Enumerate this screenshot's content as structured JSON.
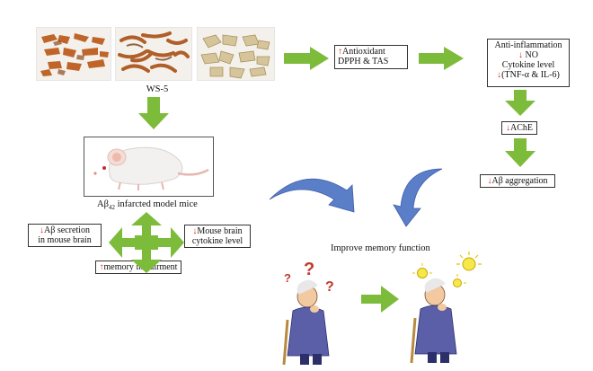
{
  "herb_label": "WS-5",
  "antioxidant": {
    "title": "Antioxidant",
    "detail": "DPPH & TAS",
    "arrow": "↑"
  },
  "anti_inflammation": {
    "title": "Anti-inflammation",
    "arrow1": "↓",
    "line1": "NO",
    "line2": "Cytokine level",
    "arrow2": "↓",
    "line3": "(TNF-α & IL-6)"
  },
  "ache": {
    "arrow": "↓",
    "text": "AChE"
  },
  "abeta_aggregation": {
    "arrow": "↓",
    "text": "Aβ aggregation"
  },
  "mouse_model": {
    "label_prefix": "Aβ",
    "label_sub": "42",
    "label_suffix": " infarcted model mice"
  },
  "abeta_secretion": {
    "arrow": "↓",
    "line1": "Aβ secretion",
    "line2": "in mouse brain"
  },
  "mouse_cytokine": {
    "arrow": "↓",
    "line1": "Mouse brain",
    "line2": "cytokine level"
  },
  "memory_impairment": {
    "arrow": "↑",
    "text": "memory impairment"
  },
  "improve_memory": "Improve memory function",
  "colors": {
    "arrow_green": "#7dbb3a",
    "curve_blue": "#5b7ec9",
    "red_arrow": "#d9261c",
    "coat": "#5a5fa8",
    "herb": "#c06a2a",
    "herb_light": "#d8c8a0"
  }
}
